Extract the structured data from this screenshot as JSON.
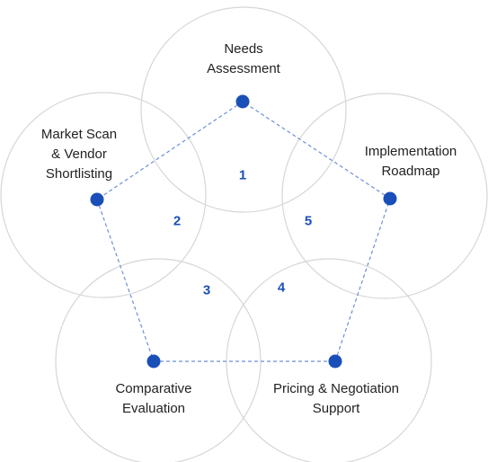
{
  "colors": {
    "circle_stroke": "#d6d6d6",
    "node_fill": "#1a4fb8",
    "edge": "#6d8fd6",
    "label_text": "#222222",
    "number_text": "#1a4fb8"
  },
  "stages": [
    {
      "id": "needs",
      "label_lines": [
        "Needs",
        "Assessment"
      ]
    },
    {
      "id": "market",
      "label_lines": [
        "Market Scan",
        "& Vendor",
        "Shortlisting"
      ]
    },
    {
      "id": "comparative",
      "label_lines": [
        "Comparative",
        "Evaluation"
      ]
    },
    {
      "id": "pricing",
      "label_lines": [
        "Pricing & Negotiation",
        "Support"
      ]
    },
    {
      "id": "implementation",
      "label_lines": [
        "Implementation",
        "Roadmap"
      ]
    }
  ],
  "numbers": [
    "1",
    "2",
    "3",
    "4",
    "5"
  ]
}
